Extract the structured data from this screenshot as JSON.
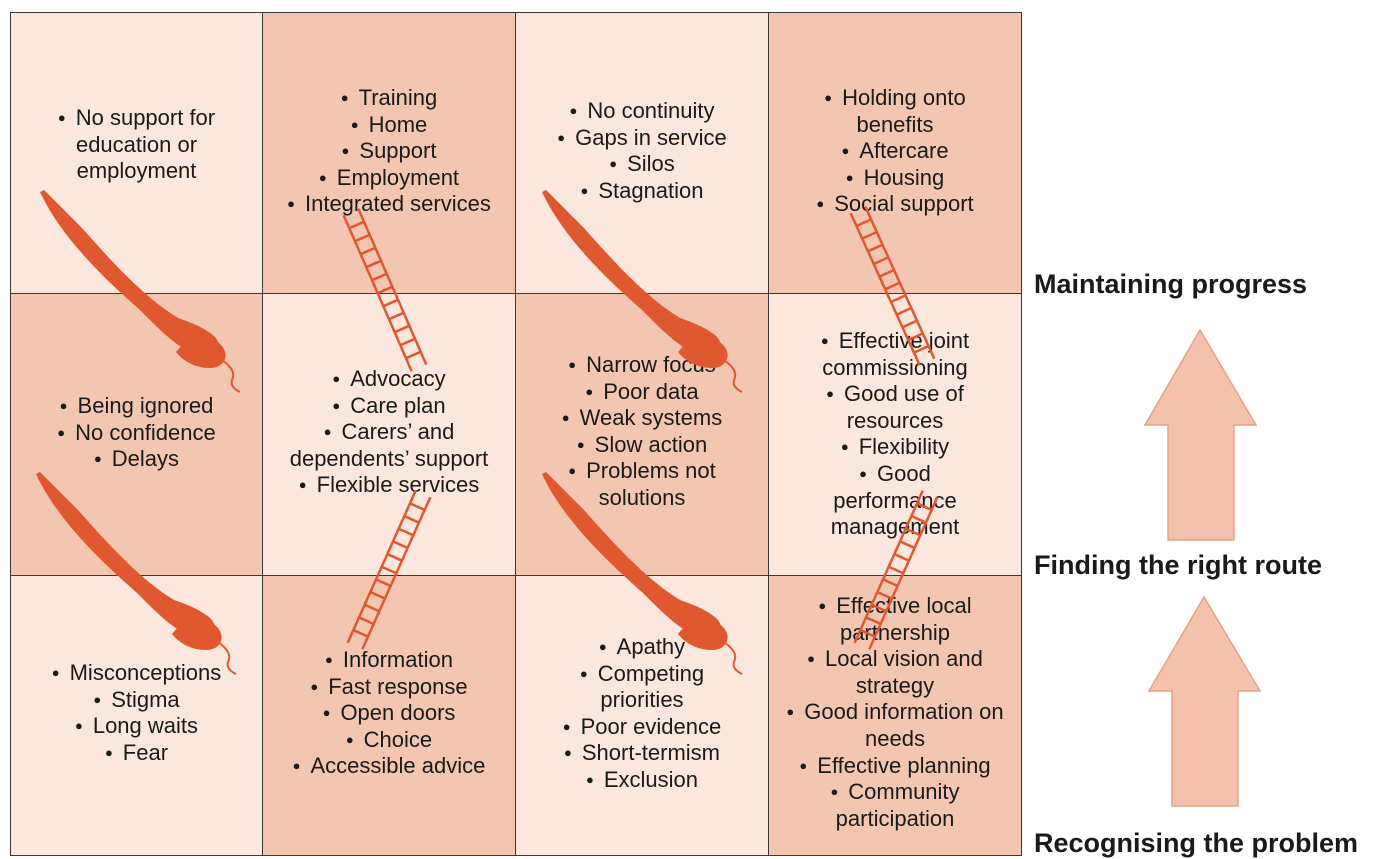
{
  "board": {
    "cells": [
      {
        "items": [
          "No support for education or employment"
        ]
      },
      {
        "items": [
          "Training",
          "Home",
          "Support",
          "Employment",
          "Integrated services"
        ]
      },
      {
        "items": [
          "No continuity",
          "Gaps in service",
          "Silos",
          "Stagnation"
        ]
      },
      {
        "items": [
          "Holding onto benefits",
          "Aftercare",
          "Housing",
          "Social support"
        ]
      },
      {
        "items": [
          "Being ignored",
          "No confidence",
          "Delays"
        ]
      },
      {
        "items": [
          "Advocacy",
          "Care plan",
          "Carers’ and dependents’ support",
          "Flexible services"
        ]
      },
      {
        "items": [
          "Narrow focus",
          "Poor data",
          "Weak systems",
          "Slow action",
          "Problems not solutions"
        ]
      },
      {
        "items": [
          "Effective joint commissioning",
          "Good use of resources",
          "Flexibility",
          "Good performance management"
        ]
      },
      {
        "items": [
          "Misconceptions",
          "Stigma",
          "Long waits",
          "Fear"
        ]
      },
      {
        "items": [
          "Information",
          "Fast response",
          "Open doors",
          "Choice",
          "Accessible advice"
        ]
      },
      {
        "items": [
          "Apathy",
          "Competing priorities",
          "Poor evidence",
          "Short-termism",
          "Exclusion"
        ]
      },
      {
        "items": [
          "Effective local partnership",
          "Local vision and strategy",
          "Good information on needs",
          "Effective planning",
          "Community participation"
        ]
      }
    ]
  },
  "levels": {
    "top": "Maintaining progress",
    "middle": "Finding the right route",
    "bottom": "Recognising the problem"
  },
  "colors": {
    "cell_light": "#fbe7de",
    "cell_dark": "#f3c6b2",
    "snake": "#e0582f",
    "ladder": "#e0582f",
    "arrow_fill": "#f4c2ac",
    "arrow_stroke": "#e8a084"
  }
}
